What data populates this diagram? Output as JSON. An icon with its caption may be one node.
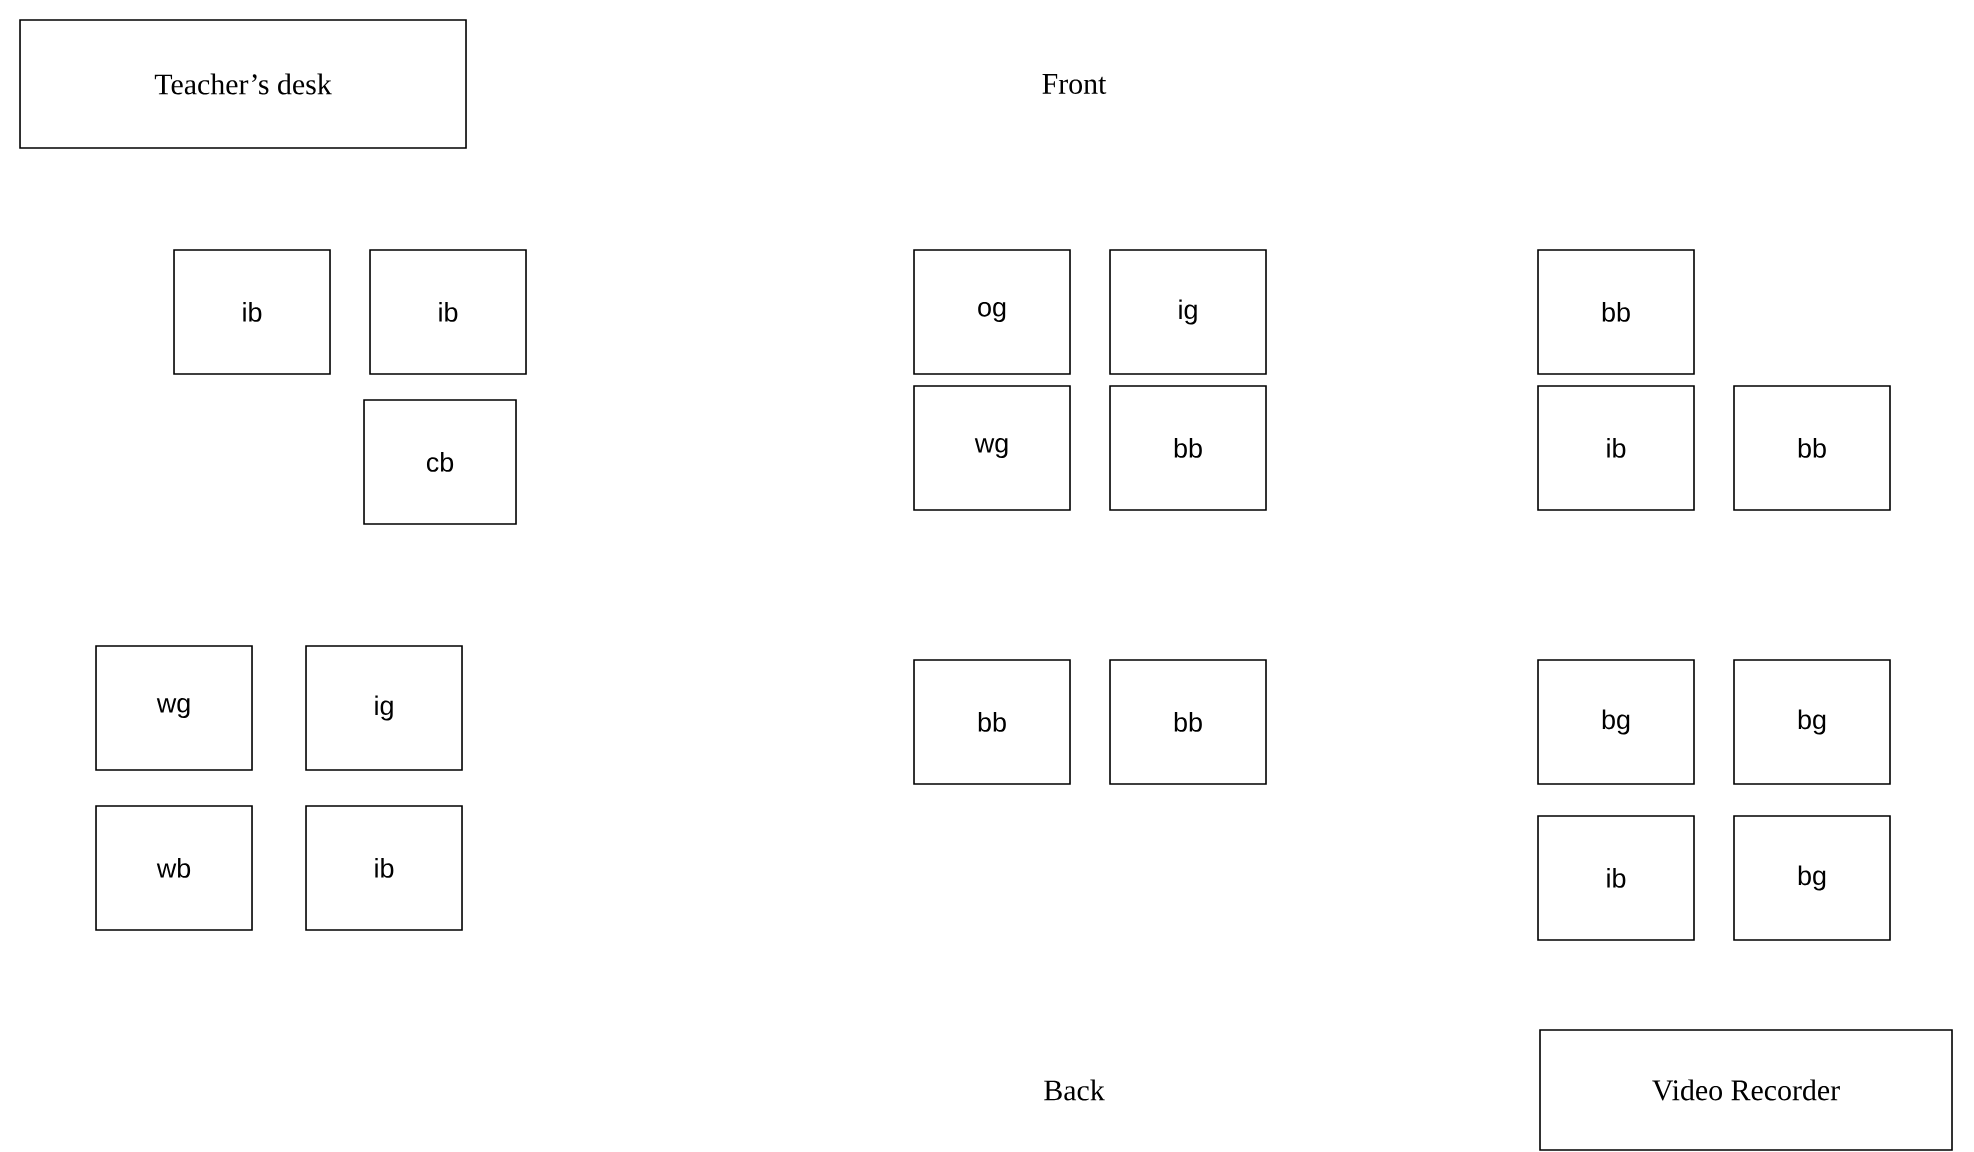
{
  "diagram": {
    "nodes": [
      {
        "text": [
          "Teacher’s desk"
        ]
      },
      {
        "text": [
          "ib"
        ]
      },
      {
        "text": [
          "ib"
        ]
      },
      {
        "text": [
          "cb"
        ]
      },
      {
        "text": [
          "og"
        ]
      },
      {
        "text": [
          "ig"
        ]
      },
      {
        "text": [
          "wg"
        ]
      },
      {
        "text": [
          "bb"
        ]
      },
      {
        "text": [
          "bb"
        ]
      },
      {
        "text": [
          "ib"
        ]
      },
      {
        "text": [
          "bb"
        ]
      },
      {
        "text": [
          "wg"
        ]
      },
      {
        "text": [
          "ig"
        ]
      },
      {
        "text": [
          "wb"
        ]
      },
      {
        "text": [
          "ib"
        ]
      },
      {
        "text": [
          "bb"
        ]
      },
      {
        "text": [
          "bb"
        ]
      },
      {
        "text": [
          "bg"
        ]
      },
      {
        "text": [
          "bg"
        ]
      },
      {
        "text": [
          "ib"
        ]
      },
      {
        "text": [
          "bg"
        ]
      },
      {
        "text": [
          "Video Recorder"
        ]
      }
    ],
    "labels": [
      "Front",
      "Back"
    ]
  }
}
